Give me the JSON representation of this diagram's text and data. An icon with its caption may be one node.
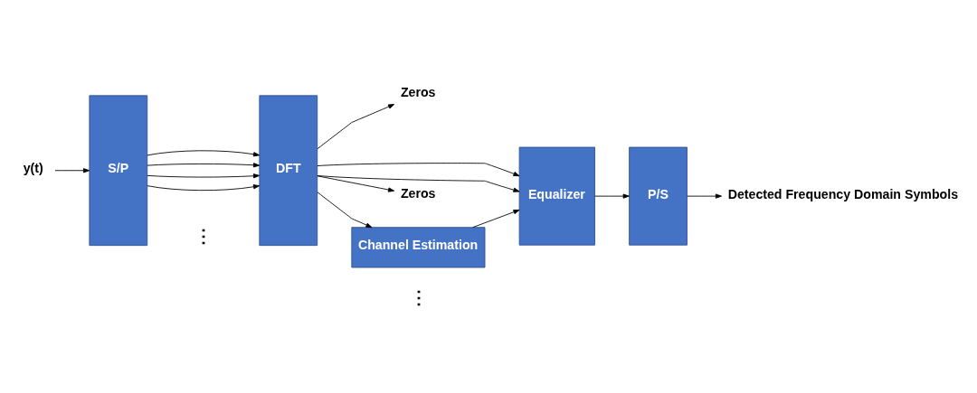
{
  "diagram": {
    "nodes": [
      {
        "text": [
          "y(t)"
        ]
      },
      {
        "text": [
          "S/P"
        ]
      },
      {
        "text": [
          "DFT"
        ]
      },
      {
        "text": [
          "Zeros"
        ]
      },
      {
        "text": [
          "Equalizer"
        ]
      },
      {
        "text": [
          "Zeros"
        ]
      },
      {
        "text": [
          "Channel Estimation"
        ]
      },
      {
        "text": [
          "P/S"
        ]
      },
      {
        "text": [
          "Detected Frequency Domain Symbols"
        ]
      }
    ],
    "edges": [
      {
        "from": 0,
        "to": 1,
        "arrow": "to"
      },
      {
        "from": 1,
        "to": 2,
        "arrow": "to"
      },
      {
        "from": 1,
        "to": 2,
        "arrow": "to"
      },
      {
        "from": 1,
        "to": 2,
        "arrow": "to"
      },
      {
        "from": 1,
        "to": 2,
        "arrow": "to"
      },
      {
        "from": 2,
        "to": 3,
        "arrow": "to"
      },
      {
        "from": 2,
        "to": 4,
        "arrow": "to"
      },
      {
        "from": 2,
        "to": 4,
        "arrow": "to"
      },
      {
        "from": 2,
        "to": 5,
        "arrow": "to"
      },
      {
        "from": 2,
        "to": 6,
        "arrow": "to"
      },
      {
        "from": 6,
        "to": 4,
        "arrow": "to"
      },
      {
        "from": 4,
        "to": 7,
        "arrow": "to"
      },
      {
        "from": 7,
        "to": 8,
        "arrow": "to"
      }
    ],
    "labels": [
      "⋮",
      "⋮"
    ]
  }
}
